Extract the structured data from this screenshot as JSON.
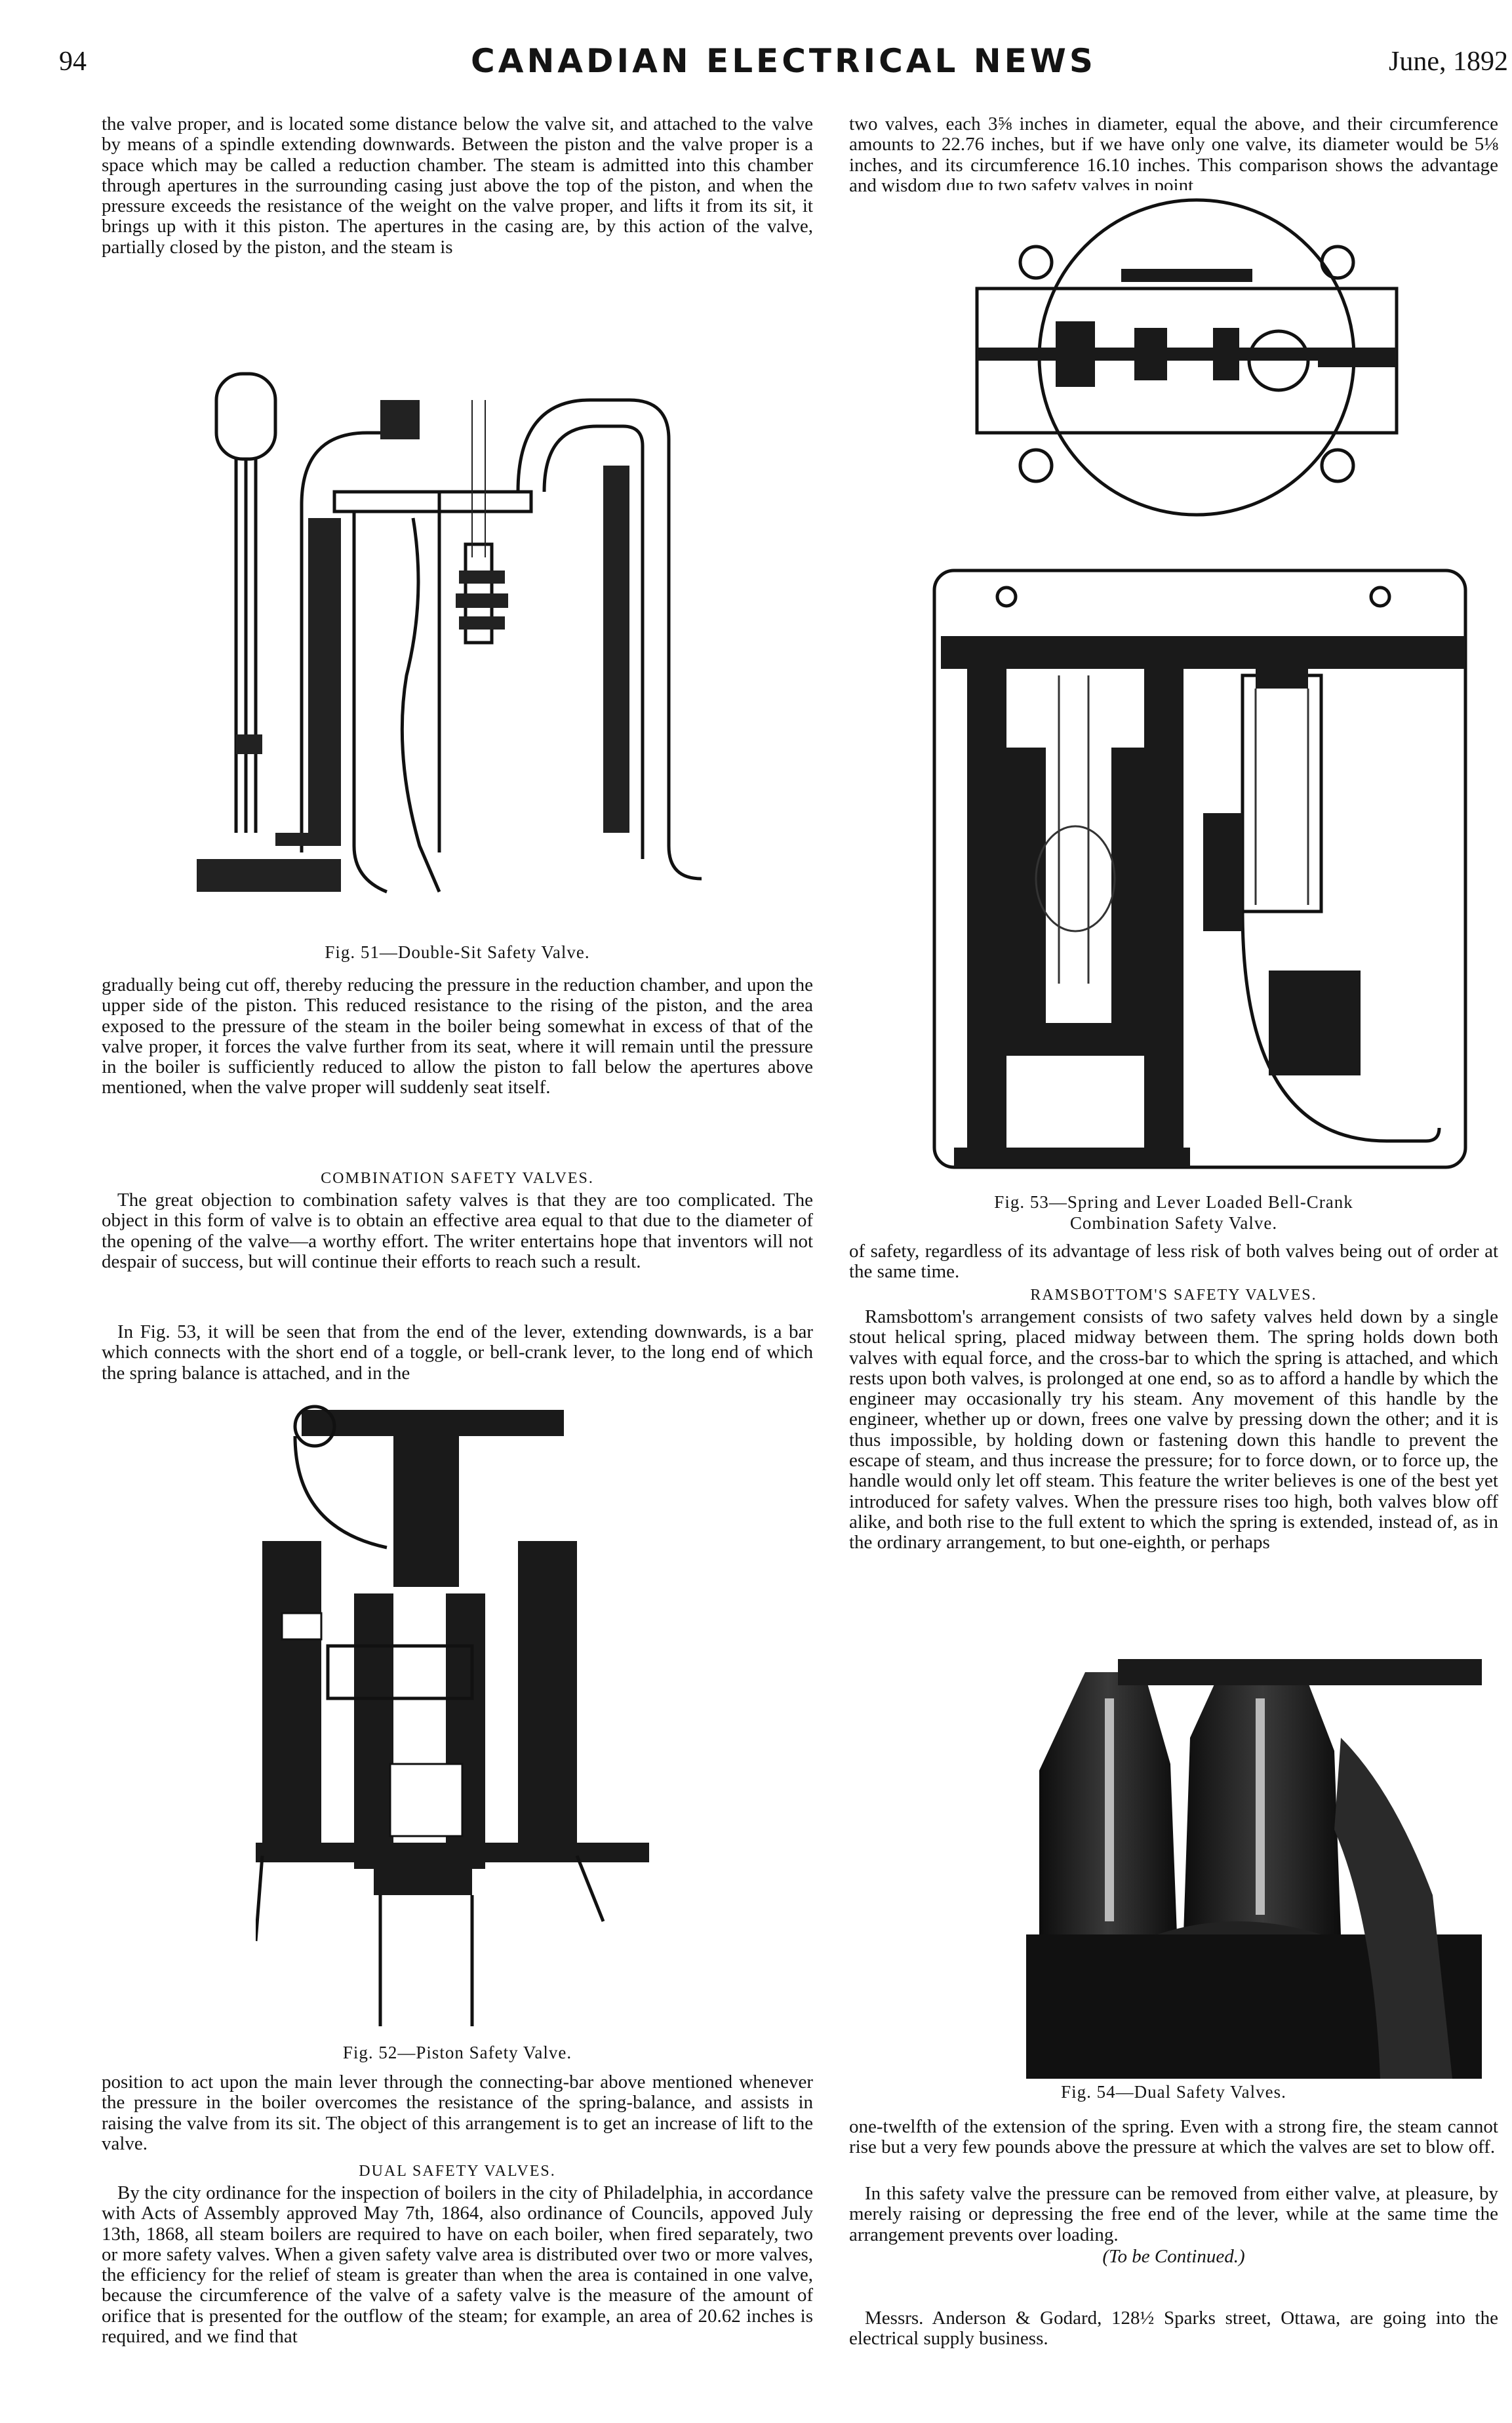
{
  "header": {
    "page_number": "94",
    "masthead": "CANADIAN ELECTRICAL NEWS",
    "date": "June, 1892"
  },
  "left": {
    "p_intro": "the valve proper, and is located some distance below the valve sit, and attached to the valve by means of a spindle extending downwards. Between the piston and the valve proper is a space which may be called a reduction chamber. The steam is admitted into this chamber through apertures in the surrounding casing just above the top of the piston, and when the pressure exceeds the resistance of the weight on the valve proper, and lifts it from its sit, it brings up with it this piston. The apertures in the casing are, by this action of the valve, partially closed by the piston, and the steam is",
    "fig51_caption": "Fig. 51—Double-Sit Safety Valve.",
    "p_gradually": "gradually being cut off, thereby reducing the pressure in the reduction chamber, and upon the upper side of the piston. This reduced resistance to the rising of the piston, and the area exposed to the pressure of the steam in the boiler being somewhat in excess of that of the valve proper, it forces the valve further from its seat, where it will remain until the pressure in the boiler is sufficiently reduced to allow the piston to fall below the apertures above mentioned, when the valve proper will suddenly seat itself.",
    "head_combination": "COMBINATION SAFETY VALVES.",
    "p_combination": "The great objection to combination safety valves is that they are too complicated. The object in this form of valve is to obtain an effective area equal to that due to the diameter of the opening of the valve—a worthy effort. The writer entertains hope that inventors will not despair of success, but will continue their efforts to reach such a result.",
    "p_fig53": "In Fig. 53, it will be seen that from the end of the lever, extending downwards, is a bar which connects with the short end of a toggle, or bell-crank lever, to the long end of which the spring balance is attached, and in the",
    "fig52_caption": "Fig. 52—Piston Safety Valve.",
    "p_position": "position to act upon the main lever through the connecting-bar above mentioned whenever the pressure in the boiler overcomes the resistance of the spring-balance, and assists in raising the valve from its sit. The object of this arrangement is to get an increase of lift to the valve.",
    "head_dual": "DUAL SAFETY VALVES.",
    "p_dual": "By the city ordinance for the inspection of boilers in the city of Philadelphia, in accordance with Acts of Assembly approved May 7th, 1864, also ordinance of Councils, appoved July 13th, 1868, all steam boilers are required to have on each boiler, when fired separately, two or more safety valves. When a given safety valve area is distributed over two or more valves, the efficiency for the relief of steam is greater than when the area is contained in one valve, because the circumference of the valve of a safety valve is the measure of the amount of orifice that is presented for the outflow of the steam; for example, an area of 20.62 inches is required, and we find that"
  },
  "right": {
    "p_two_valves": "two valves, each 3⅝ inches in diameter, equal the above, and their circumference amounts to 22.76 inches, but if we have only one valve, its diameter would be 5⅛ inches, and its circumference 16.10 inches. This comparison shows the advantage and wisdom due to two safety valves in point",
    "fig53_caption_1": "Fig. 53—Spring and Lever Loaded Bell-Crank",
    "fig53_caption_2": "Combination Safety Valve.",
    "p_of_safety": "of safety, regardless of its advantage of less risk of both valves being out of order at the same time.",
    "head_ramsbottom": "RAMSBOTTOM'S SAFETY VALVES.",
    "p_ramsbottom": "Ramsbottom's arrangement consists of two safety valves held down by a single stout helical spring, placed midway between them. The spring holds down both valves with equal force, and the cross-bar to which the spring is attached, and which rests upon both valves, is prolonged at one end, so as to afford a handle by which the engineer may occasionally try his steam. Any movement of this handle by the engineer, whether up or down, frees one valve by pressing down the other; and it is thus impossible, by holding down or fastening down this handle to prevent the escape of steam, and thus increase the pressure; for to force down, or to force up, the handle would only let off steam. This feature the writer believes is one of the best yet introduced for safety valves. When the pressure rises too high, both valves blow off alike, and both rise to the full extent to which the spring is extended, instead of, as in the ordinary arrangement, to but one-eighth, or perhaps",
    "fig54_caption": "Fig. 54—Dual Safety Valves.",
    "p_one_twelfth": "one-twelfth of the extension of the spring. Even with a strong fire, the steam cannot rise but a very few pounds above the pressure at which the valves are set to blow off.",
    "p_in_this": "In this safety valve the pressure can be removed from either valve, at pleasure, by merely raising or depressing the free end of the lever, while at the same time the arrangement prevents over loading.",
    "continued": "(To be Continued.)",
    "p_messrs": "Messrs. Anderson & Godard, 128½ Sparks street, Ottawa, are going into the electrical supply business."
  }
}
